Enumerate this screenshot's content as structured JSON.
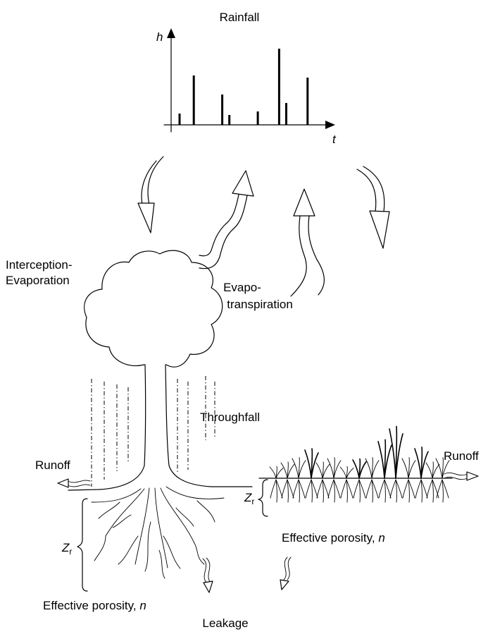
{
  "labels": {
    "rainfall": "Rainfall",
    "h_axis": "h",
    "t_axis": "t",
    "interception_line1": "Interception-",
    "interception_line2": "Evaporation",
    "evapo_line1": "Evapo-",
    "evapo_line2": "transpiration",
    "throughfall": "Throughfall",
    "runoff_left": "Runoff",
    "runoff_right": "Runoff",
    "zr_left": "Z",
    "zr_left_sub": "r",
    "zr_right": "Z",
    "zr_right_sub": "r",
    "porosity_right_text": "Effective porosity, ",
    "porosity_right_var": "n",
    "porosity_left_text": "Effective porosity, ",
    "porosity_left_var": "n",
    "leakage": "Leakage"
  },
  "rainfall_pulses": [
    {
      "t": 1,
      "h": 16
    },
    {
      "t": 3,
      "h": 70
    },
    {
      "t": 7,
      "h": 43
    },
    {
      "t": 8,
      "h": 14
    },
    {
      "t": 12,
      "h": 19
    },
    {
      "t": 15,
      "h": 108
    },
    {
      "t": 16,
      "h": 31
    },
    {
      "t": 19,
      "h": 67
    }
  ]
}
